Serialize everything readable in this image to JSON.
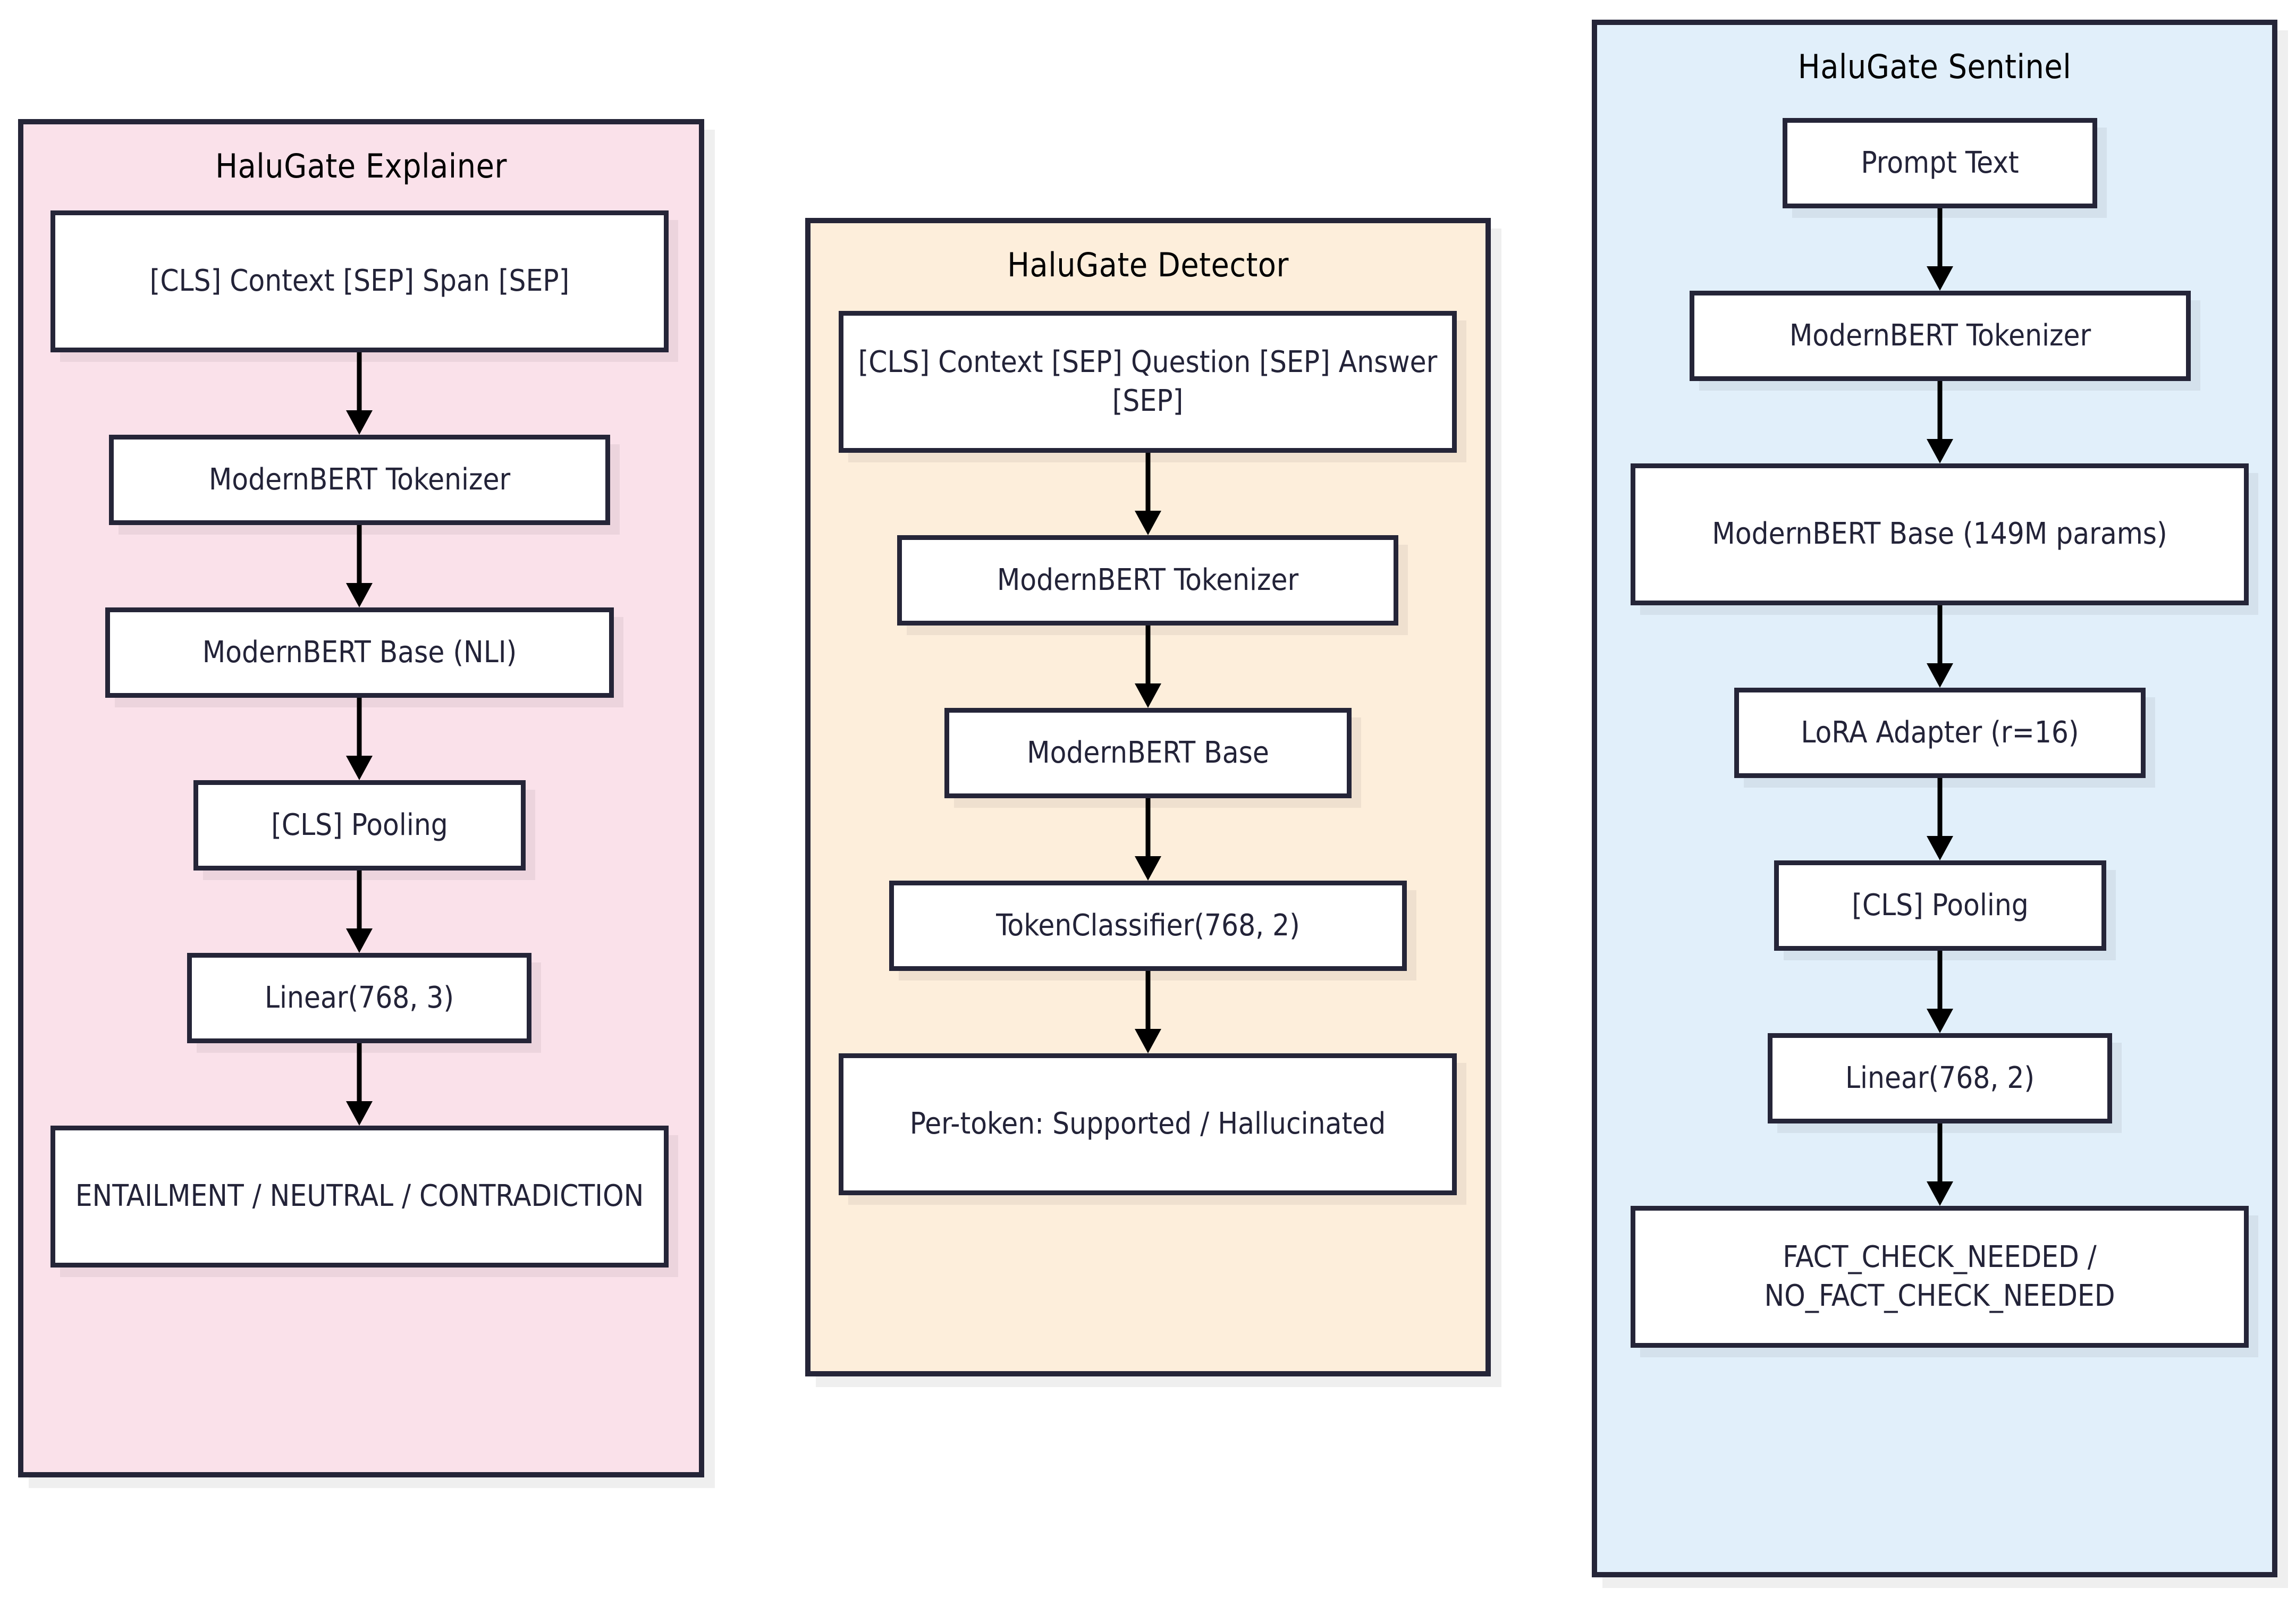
{
  "diagram": {
    "type": "flowchart",
    "title": "HaluGate model architectures",
    "colors": {
      "explainer_fill": "#fae1ea",
      "detector_fill": "#fdeedb",
      "sentinel_fill": "#e1effa",
      "node_fill": "#ffffff",
      "border": "#252538",
      "node_text": "#232338",
      "title_text": "#000000",
      "arrow": "#000000",
      "shadow": "#efefef"
    }
  },
  "clusters": [
    {
      "id": "explainer",
      "title": "HaluGate Explainer",
      "nodes": [
        {
          "id": "exp-input",
          "label": "[CLS] Context [SEP] Span [SEP]"
        },
        {
          "id": "exp-tokenizer",
          "label": "ModernBERT Tokenizer"
        },
        {
          "id": "exp-base",
          "label": "ModernBERT Base (NLI)"
        },
        {
          "id": "exp-pooling",
          "label": "[CLS] Pooling"
        },
        {
          "id": "exp-linear",
          "label": "Linear(768, 3)"
        },
        {
          "id": "exp-output",
          "label": "ENTAILMENT / NEUTRAL / CONTRADICTION"
        }
      ]
    },
    {
      "id": "detector",
      "title": "HaluGate Detector",
      "nodes": [
        {
          "id": "det-input",
          "label": "[CLS] Context [SEP] Question [SEP] Answer [SEP]"
        },
        {
          "id": "det-tokenizer",
          "label": "ModernBERT Tokenizer"
        },
        {
          "id": "det-base",
          "label": "ModernBERT Base"
        },
        {
          "id": "det-classifier",
          "label": "TokenClassifier(768, 2)"
        },
        {
          "id": "det-output",
          "label": "Per-token: Supported / Hallucinated"
        }
      ]
    },
    {
      "id": "sentinel",
      "title": "HaluGate Sentinel",
      "nodes": [
        {
          "id": "sen-prompt",
          "label": "Prompt Text"
        },
        {
          "id": "sen-tokenizer",
          "label": "ModernBERT Tokenizer"
        },
        {
          "id": "sen-base",
          "label": "ModernBERT Base (149M params)"
        },
        {
          "id": "sen-lora",
          "label": "LoRA Adapter (r=16)"
        },
        {
          "id": "sen-pooling",
          "label": "[CLS] Pooling"
        },
        {
          "id": "sen-linear",
          "label": "Linear(768, 2)"
        },
        {
          "id": "sen-output",
          "label": "FACT_CHECK_NEEDED / NO_FACT_CHECK_NEEDED"
        }
      ]
    }
  ]
}
